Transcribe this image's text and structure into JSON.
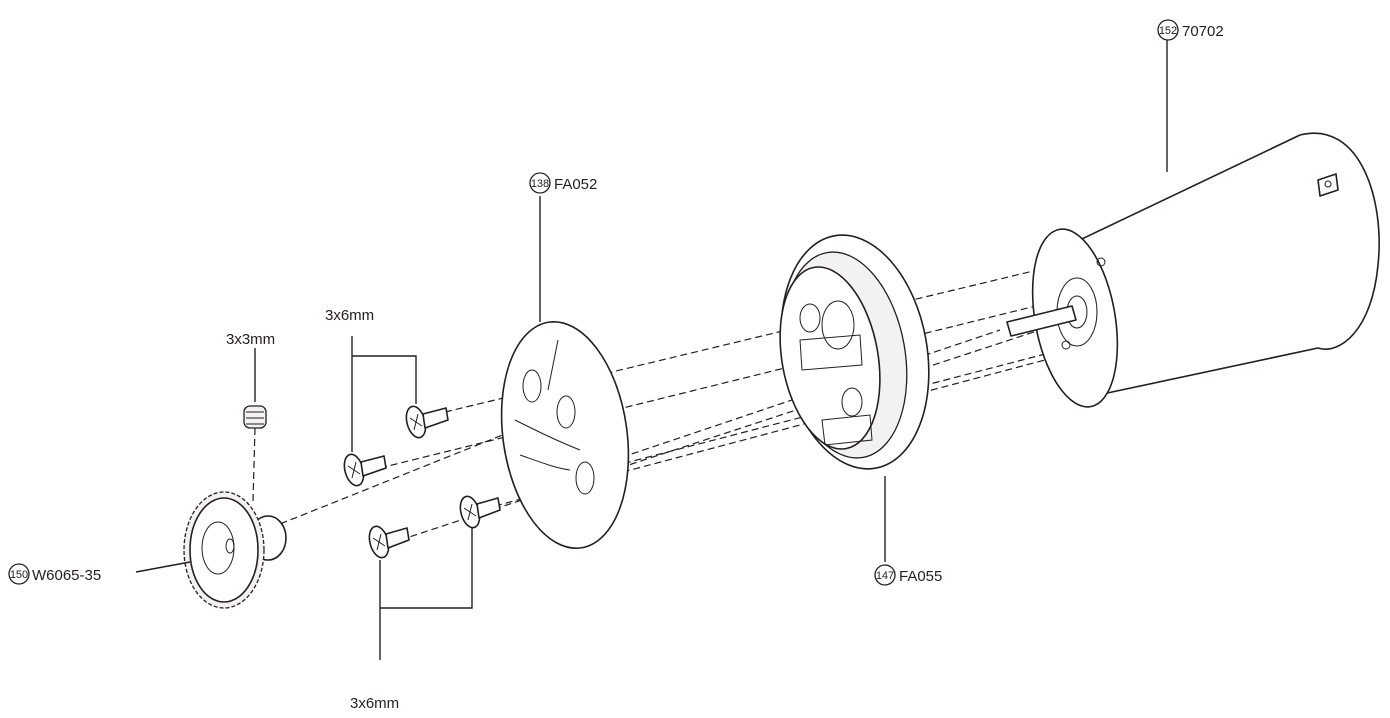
{
  "callouts": {
    "motor": {
      "number": "152",
      "code": "70702"
    },
    "motor_plate": {
      "number": "138",
      "code": "FA052"
    },
    "motor_mount": {
      "number": "147",
      "code": "FA055"
    },
    "pinion_gear": {
      "number": "150",
      "code": "W6065-35"
    }
  },
  "screws": {
    "set_screw": "3x3mm",
    "upper_screws": "3x6mm",
    "lower_screws": "3x6mm"
  }
}
